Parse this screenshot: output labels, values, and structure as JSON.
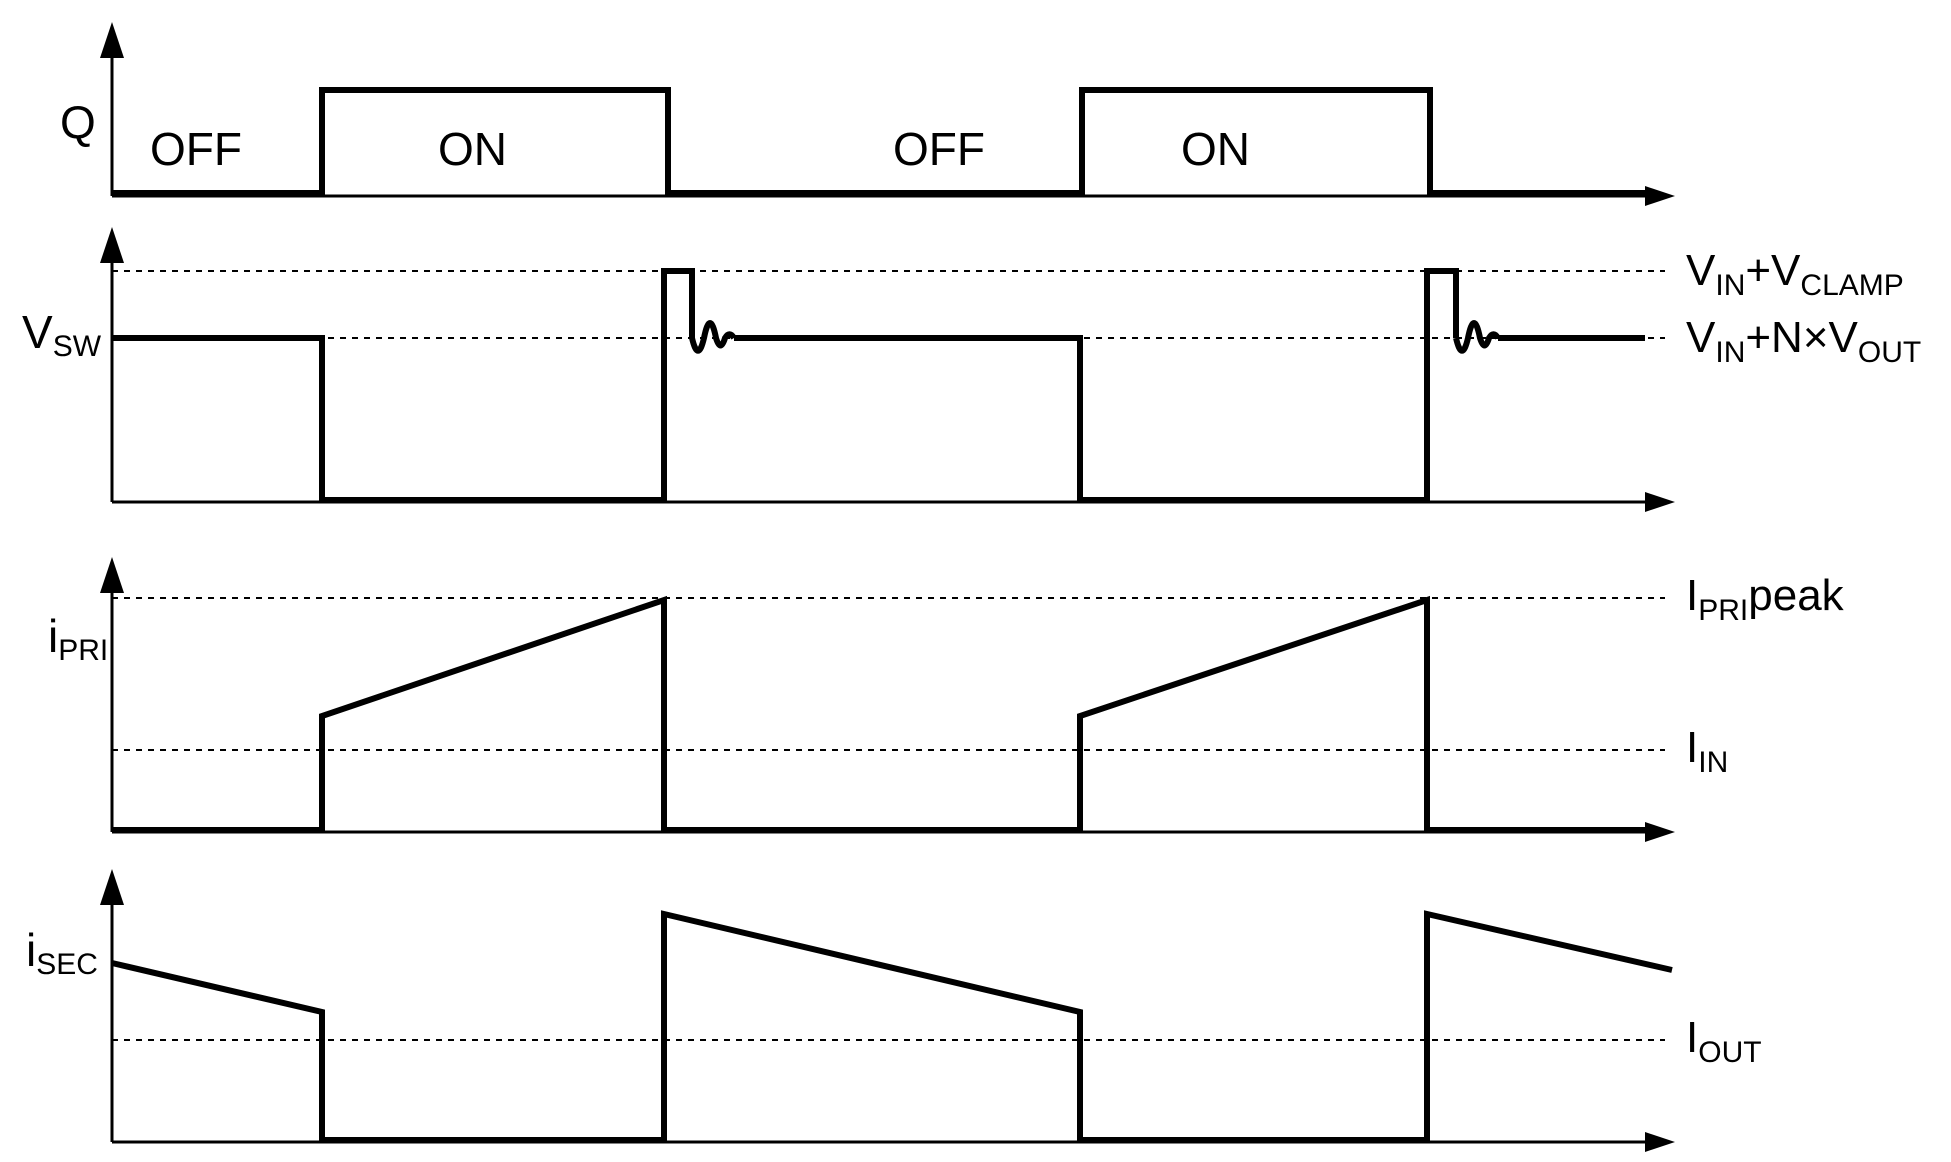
{
  "q_panel": {
    "label": "Q",
    "states": [
      "OFF",
      "ON",
      "OFF",
      "ON"
    ]
  },
  "vsw_panel": {
    "label_main": "V",
    "label_sub": "SW",
    "level_clamp": {
      "a": "V",
      "a_sub": "IN",
      "b": "+V",
      "b_sub": "CLAMP"
    },
    "level_reflected": {
      "a": "V",
      "a_sub": "IN",
      "b": "+N×V",
      "b_sub": "OUT"
    }
  },
  "ipri_panel": {
    "label_main": "i",
    "label_sub": "PRI",
    "level_peak": {
      "a": "I",
      "a_sub": "PRI",
      "b": "peak"
    },
    "level_in": {
      "a": "I",
      "a_sub": "IN"
    }
  },
  "isec_panel": {
    "label_main": "i",
    "label_sub": "SEC",
    "level_out": {
      "a": "I",
      "a_sub": "OUT"
    }
  }
}
